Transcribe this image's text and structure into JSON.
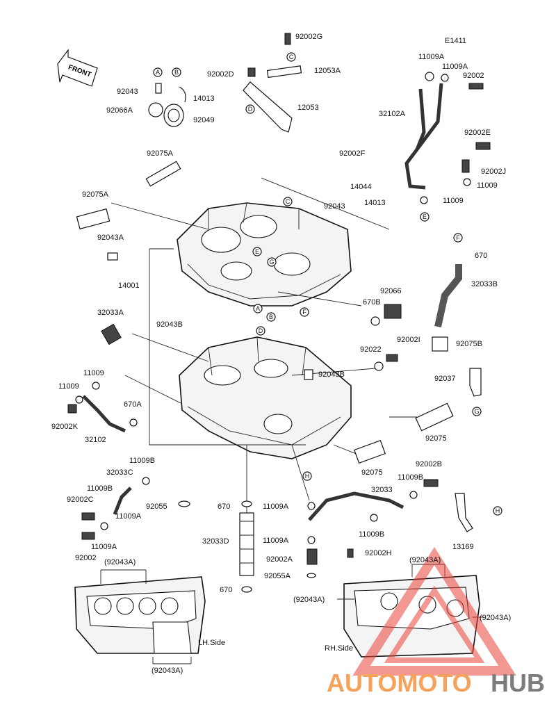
{
  "diagram_id": "E1411",
  "front_arrow_text": "FRONT",
  "watermark": {
    "text_left": "AUTOMOTO",
    "text_right": "HUB",
    "color_left": "#f5a35c",
    "color_right": "#7d7d7d",
    "triangle_color": "#e8433a"
  },
  "side_labels": {
    "lh": "LH.Side",
    "rh": "RH.Side"
  },
  "callouts": [
    "A",
    "B",
    "C",
    "D",
    "E",
    "F",
    "G",
    "H"
  ],
  "parts": {
    "p92002G": "92002G",
    "p92002D": "92002D",
    "p12053A": "12053A",
    "p12053": "12053",
    "p92043": "92043",
    "p14013": "14013",
    "p92066A": "92066A",
    "p92049": "92049",
    "p92075A_top": "92075A",
    "p92075A_left": "92075A",
    "p92002F": "92002F",
    "p14044": "14044",
    "p92043_mid": "92043",
    "p14013_mid": "14013",
    "p92043A": "92043A",
    "p14001": "14001",
    "p11009A_1": "11009A",
    "p11009A_2": "11009A",
    "p92002_tr": "92002",
    "p32102A": "32102A",
    "p92002E": "92002E",
    "p92002J": "92002J",
    "p11009_r1": "11009",
    "p11009_r2": "11009",
    "p670_r": "670",
    "p32033B": "32033B",
    "p92066": "92066",
    "p670B": "670B",
    "p92075B": "92075B",
    "p92002I": "92002I",
    "p92022": "92022",
    "p32033A": "32033A",
    "p92043B_a": "92043B",
    "p92043B_b": "92043B",
    "p92037": "92037",
    "p11009_l1": "11009",
    "p11009_l2": "11009",
    "p92002K": "92002K",
    "p670A": "670A",
    "p32102": "32102",
    "p92075_r": "92075",
    "p92075_b": "92075",
    "p11009B_1": "11009B",
    "p32033C": "32033C",
    "p11009B_2": "11009B",
    "p92002C": "92002C",
    "p11009A_3": "11009A",
    "p92055": "92055",
    "p670_c1": "670",
    "p11009A_4": "11009A",
    "p32033": "32033",
    "p92002B": "92002B",
    "p11009B_3": "11009B",
    "p11009B_4": "11009B",
    "p11009A_5": "11009A",
    "p92002": "92002",
    "p32033D": "32033D",
    "p11009A_6": "11009A",
    "p92002A": "92002A",
    "p92002H": "92002H",
    "p92055A": "92055A",
    "p670_c2": "670",
    "p13169": "13169",
    "ref_92043A_lh_top": "(92043A)",
    "ref_92043A_lh_bot": "(92043A)",
    "ref_92043A_rh_top": "(92043A)",
    "ref_92043A_rh_left": "(92043A)",
    "ref_92043A_rh_right": "(92043A)"
  }
}
